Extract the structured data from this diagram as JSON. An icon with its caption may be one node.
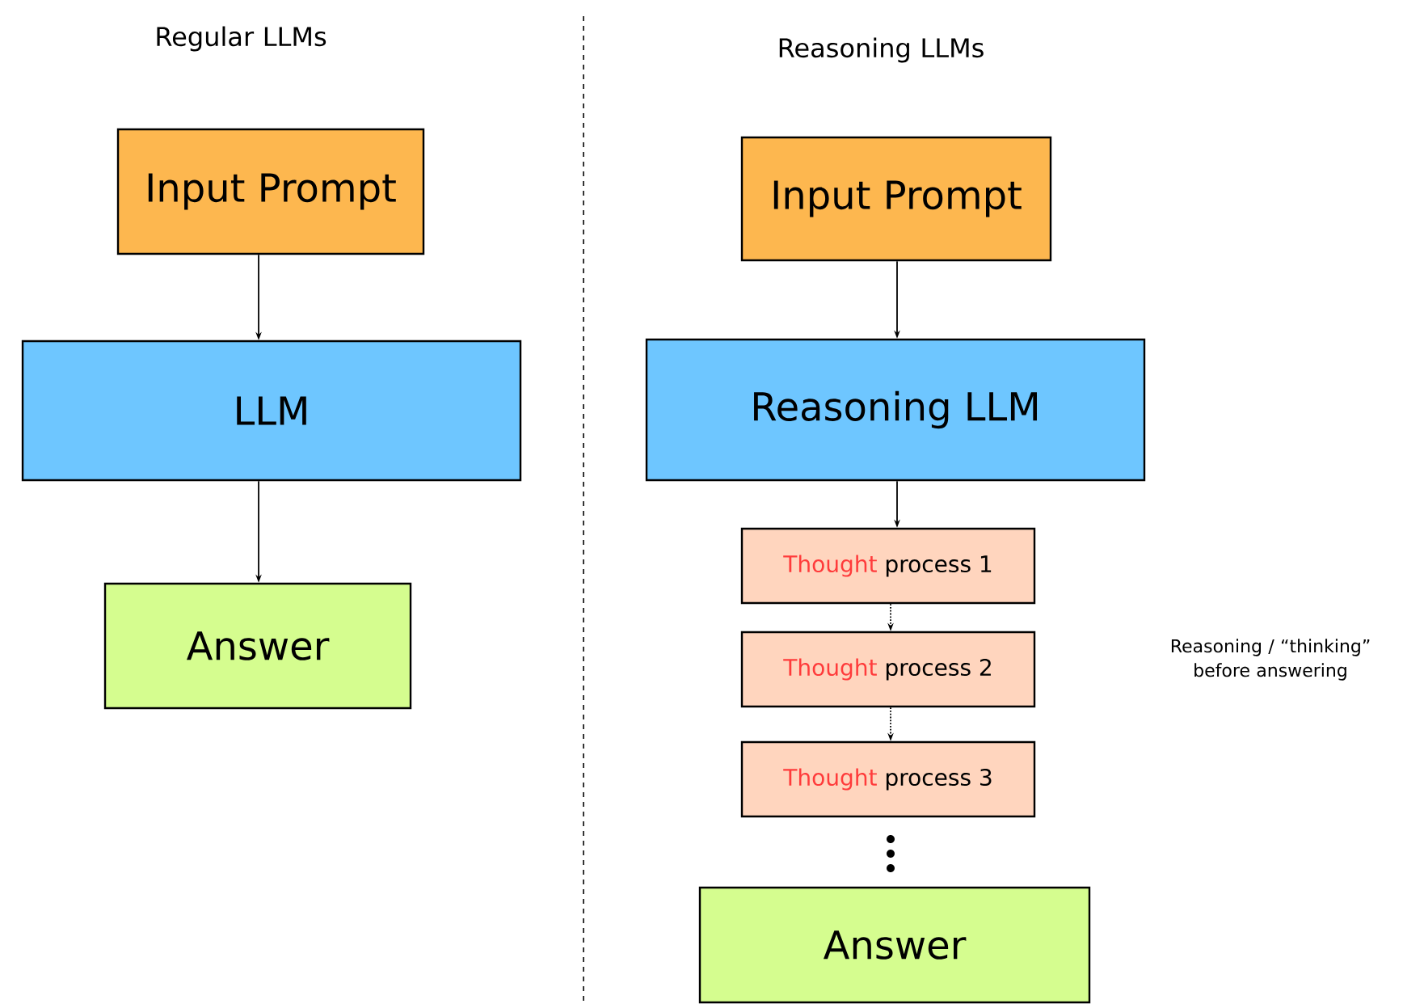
{
  "diagram": {
    "nodes": [
      {
        "text": [
          "Input Prompt"
        ]
      },
      {
        "text": [
          "LLM"
        ]
      },
      {
        "text": [
          "Answer"
        ]
      },
      {
        "text": [
          "Input Prompt"
        ]
      },
      {
        "text": [
          "Reasoning LLM"
        ]
      },
      {
        "text": [
          "Thought",
          "process 1"
        ]
      },
      {
        "text": [
          "Thought",
          "process 2"
        ]
      },
      {
        "text": [
          "Thought",
          "process 3"
        ]
      },
      {
        "text": [
          "Answer"
        ]
      }
    ],
    "edges": [
      {
        "from": 0,
        "to": 1,
        "arrow": "to"
      },
      {
        "from": 1,
        "to": 2,
        "arrow": "to"
      },
      {
        "from": 3,
        "to": 4,
        "arrow": "to"
      },
      {
        "from": 4,
        "to": 5,
        "arrow": "to"
      },
      {
        "from": 5,
        "to": 6,
        "arrow": "to",
        "style": "dashed"
      },
      {
        "from": 6,
        "to": 7,
        "arrow": "to",
        "style": "dashed"
      }
    ],
    "labels": [
      "Regular LLMs",
      "Reasoning LLMs",
      "Reasoning / “thinking” before answering"
    ]
  }
}
